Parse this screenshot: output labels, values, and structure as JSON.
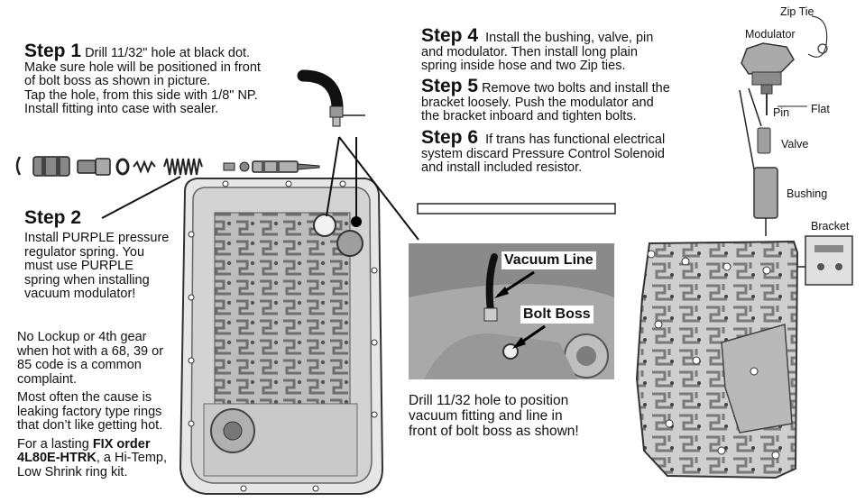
{
  "step1": {
    "head": "Step 1",
    "first": "Drill 11/32\" hole at black dot.",
    "rest": "Make sure hole will be positioned in front\nof bolt boss as shown in picture.\nTap the hole, from this side with 1/8\" NP.\nInstall fitting into case with sealer."
  },
  "step2": {
    "head": "Step 2",
    "body": "Install PURPLE pressure\nregulator spring. You\nmust use PURPLE\nspring when installing\nvacuum modulator!"
  },
  "notes": {
    "n1": "No Lockup or 4th gear\nwhen hot with a 68, 39 or\n85 code is a common\ncomplaint.",
    "n2": "Most often the cause is\nleaking factory type rings\nthat don’t like getting hot.",
    "n3_pre": "For a lasting ",
    "n3_bold1": "FIX order",
    "n3_bold2": "4L80E-HTRK",
    "n3_post": ", a Hi-Temp,\nLow Shrink ring kit."
  },
  "step4": {
    "head": "Step 4",
    "first": "Install the bushing, valve, pin",
    "rest": "and modulator.  Then install long plain\nspring inside hose and two Zip ties."
  },
  "step5": {
    "head": "Step 5",
    "first": "Remove two bolts and install the",
    "rest": "bracket loosely.  Push the modulator and\nthe bracket inboard and tighten bolts."
  },
  "step6": {
    "head": "Step 6",
    "first": "If trans has functional electrical",
    "rest": "system discard Pressure Control Solenoid\nand install included resistor."
  },
  "photo": {
    "vacuum_line": "Vacuum Line",
    "bolt_boss": "Bolt Boss",
    "caption": "Drill 11/32 hole to position\nvacuum fitting and line in\nfront of bolt boss as shown!"
  },
  "parts": {
    "zip_tie": "Zip Tie",
    "modulator": "Modulator",
    "flat": "Flat",
    "pin": "Pin",
    "valve": "Valve",
    "bushing": "Bushing",
    "bracket": "Bracket"
  }
}
